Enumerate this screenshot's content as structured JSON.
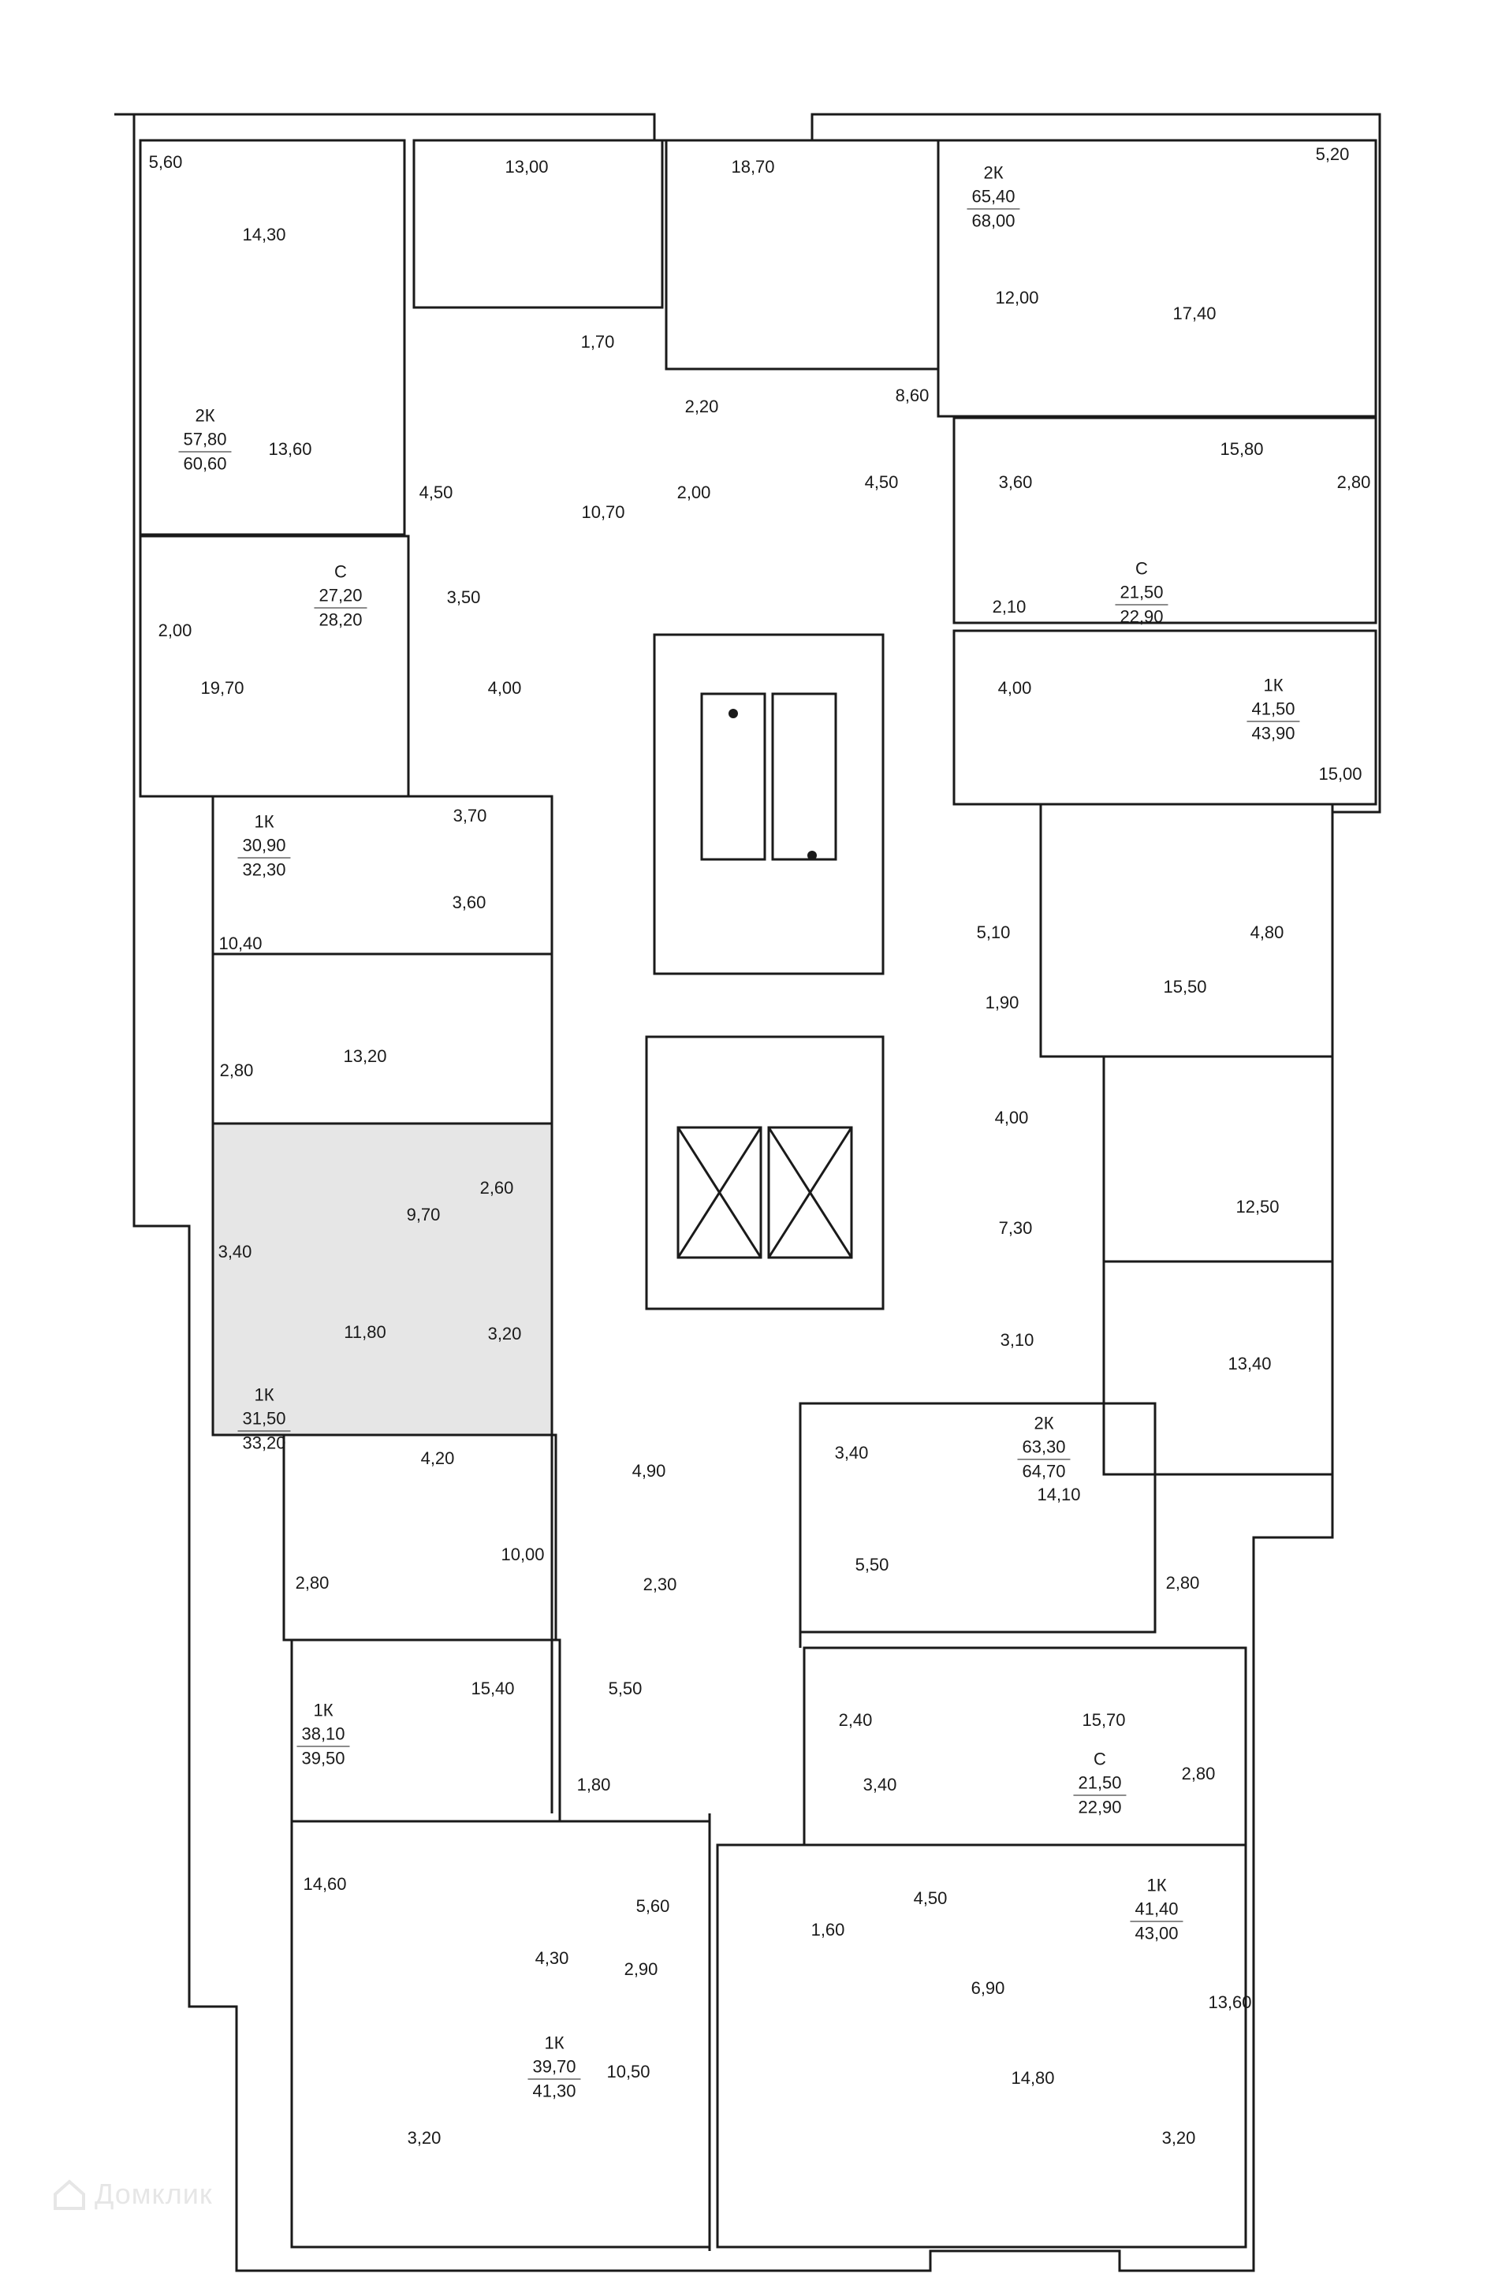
{
  "watermark": "Домклик",
  "rooms": [
    {
      "id": "r1",
      "label": "5,60"
    },
    {
      "id": "r2",
      "label": "14,30"
    },
    {
      "id": "r3",
      "label": "13,00"
    },
    {
      "id": "r4",
      "label": "1,70"
    },
    {
      "id": "r5",
      "label": "18,70"
    },
    {
      "id": "r6",
      "label": "12,00"
    },
    {
      "id": "r7",
      "label": "5,20"
    },
    {
      "id": "r8",
      "label": "17,40"
    },
    {
      "id": "r9",
      "label": "2,20"
    },
    {
      "id": "r10",
      "label": "8,60"
    },
    {
      "id": "r11",
      "label": "13,60"
    },
    {
      "id": "r12",
      "label": "4,50"
    },
    {
      "id": "r13",
      "label": "10,70"
    },
    {
      "id": "r14",
      "label": "2,00"
    },
    {
      "id": "r15",
      "label": "4,50"
    },
    {
      "id": "r16",
      "label": "3,60"
    },
    {
      "id": "r17",
      "label": "15,80"
    },
    {
      "id": "r18",
      "label": "2,80"
    },
    {
      "id": "r19",
      "label": "3,50"
    },
    {
      "id": "r20",
      "label": "2,00"
    },
    {
      "id": "r21",
      "label": "2,10"
    },
    {
      "id": "r22",
      "label": "19,70"
    },
    {
      "id": "r23",
      "label": "4,00"
    },
    {
      "id": "r24",
      "label": "4,00"
    },
    {
      "id": "r25",
      "label": "15,00"
    },
    {
      "id": "r26",
      "label": "3,70"
    },
    {
      "id": "r27",
      "label": "3,60"
    },
    {
      "id": "r28",
      "label": "10,40"
    },
    {
      "id": "r29",
      "label": "5,10"
    },
    {
      "id": "r30",
      "label": "4,80"
    },
    {
      "id": "r31",
      "label": "15,50"
    },
    {
      "id": "r32",
      "label": "1,90"
    },
    {
      "id": "r33",
      "label": "13,20"
    },
    {
      "id": "r34",
      "label": "2,80"
    },
    {
      "id": "r35",
      "label": "4,00"
    },
    {
      "id": "r36",
      "label": "9,70"
    },
    {
      "id": "r37",
      "label": "2,60"
    },
    {
      "id": "r38",
      "label": "3,40"
    },
    {
      "id": "r39",
      "label": "12,50"
    },
    {
      "id": "r40",
      "label": "7,30"
    },
    {
      "id": "r41",
      "label": "11,80"
    },
    {
      "id": "r42",
      "label": "3,20"
    },
    {
      "id": "r43",
      "label": "3,10"
    },
    {
      "id": "r44",
      "label": "13,40"
    },
    {
      "id": "r45",
      "label": "4,20"
    },
    {
      "id": "r46",
      "label": "4,90"
    },
    {
      "id": "r47",
      "label": "3,40"
    },
    {
      "id": "r48",
      "label": "14,10"
    },
    {
      "id": "r49",
      "label": "10,00"
    },
    {
      "id": "r50",
      "label": "5,50"
    },
    {
      "id": "r51",
      "label": "2,80"
    },
    {
      "id": "r52",
      "label": "2,30"
    },
    {
      "id": "r53",
      "label": "2,80"
    },
    {
      "id": "r54",
      "label": "15,40"
    },
    {
      "id": "r55",
      "label": "5,50"
    },
    {
      "id": "r56",
      "label": "2,40"
    },
    {
      "id": "r57",
      "label": "15,70"
    },
    {
      "id": "r58",
      "label": "1,80"
    },
    {
      "id": "r59",
      "label": "3,40"
    },
    {
      "id": "r60",
      "label": "2,80"
    },
    {
      "id": "r61",
      "label": "14,60"
    },
    {
      "id": "r62",
      "label": "5,60"
    },
    {
      "id": "r63",
      "label": "4,50"
    },
    {
      "id": "r64",
      "label": "4,30"
    },
    {
      "id": "r65",
      "label": "1,60"
    },
    {
      "id": "r66",
      "label": "2,90"
    },
    {
      "id": "r67",
      "label": "6,90"
    },
    {
      "id": "r68",
      "label": "13,60"
    },
    {
      "id": "r69",
      "label": "10,50"
    },
    {
      "id": "r70",
      "label": "14,80"
    },
    {
      "id": "r71",
      "label": "3,20"
    },
    {
      "id": "r72",
      "label": "3,20"
    }
  ],
  "apartments": [
    {
      "id": "a1",
      "type": "2К",
      "living": "65,40",
      "total": "68,00"
    },
    {
      "id": "a2",
      "type": "2К",
      "living": "57,80",
      "total": "60,60"
    },
    {
      "id": "a3",
      "type": "С",
      "living": "21,50",
      "total": "22,90"
    },
    {
      "id": "a4",
      "type": "С",
      "living": "27,20",
      "total": "28,20"
    },
    {
      "id": "a5",
      "type": "1К",
      "living": "41,50",
      "total": "43,90"
    },
    {
      "id": "a6",
      "type": "1К",
      "living": "30,90",
      "total": "32,30"
    },
    {
      "id": "a7",
      "type": "1К",
      "living": "31,50",
      "total": "33,20"
    },
    {
      "id": "a8",
      "type": "2К",
      "living": "63,30",
      "total": "64,70"
    },
    {
      "id": "a9",
      "type": "1К",
      "living": "38,10",
      "total": "39,50"
    },
    {
      "id": "a10",
      "type": "С",
      "living": "21,50",
      "total": "22,90"
    },
    {
      "id": "a11",
      "type": "1К",
      "living": "41,40",
      "total": "43,00"
    },
    {
      "id": "a12",
      "type": "1К",
      "living": "39,70",
      "total": "41,30"
    }
  ]
}
